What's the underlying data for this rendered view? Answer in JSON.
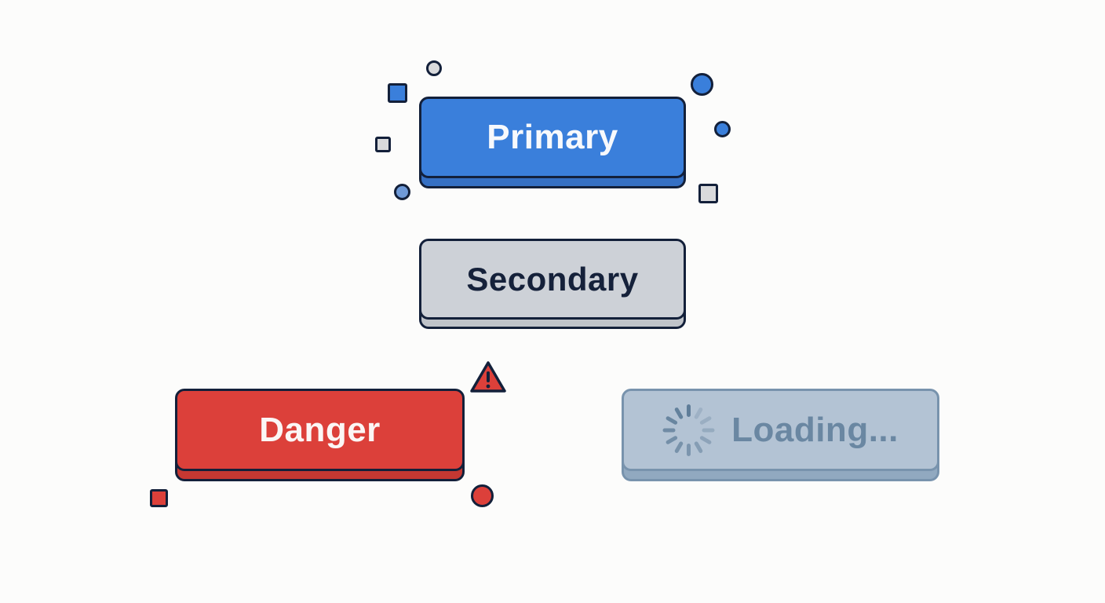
{
  "buttons": {
    "primary": {
      "label": "Primary",
      "variant": "primary",
      "face_color": "#3a7fdb",
      "text_color": "#f7f9fc"
    },
    "secondary": {
      "label": "Secondary",
      "variant": "secondary",
      "face_color": "#cdd1d7",
      "text_color": "#15213a"
    },
    "danger": {
      "label": "Danger",
      "variant": "danger",
      "face_color": "#dc403a",
      "text_color": "#fbf6f5"
    },
    "loading": {
      "label": "Loading...",
      "variant": "loading",
      "state": "disabled",
      "face_color": "#b3c3d4",
      "text_color": "#6a87a2",
      "icon": "spinner-icon"
    }
  },
  "decorations": {
    "primary_group": [
      {
        "shape": "circle",
        "color": "#d9dadc",
        "icon": "gray-circle"
      },
      {
        "shape": "square",
        "color": "#3a7fdb",
        "icon": "blue-square"
      },
      {
        "shape": "square",
        "color": "#d9dadc",
        "icon": "gray-square"
      },
      {
        "shape": "circle",
        "color": "#6f9ad8",
        "icon": "blue-circle"
      },
      {
        "shape": "circle",
        "color": "#3a7fdb",
        "icon": "blue-circle"
      },
      {
        "shape": "circle",
        "color": "#3a7fdb",
        "icon": "blue-circle"
      },
      {
        "shape": "square",
        "color": "#d9dadc",
        "icon": "gray-square"
      }
    ],
    "danger_group": [
      {
        "shape": "triangle",
        "color": "#dc403a",
        "icon": "warning-icon"
      },
      {
        "shape": "square",
        "color": "#dc403a",
        "icon": "red-square"
      },
      {
        "shape": "circle",
        "color": "#dc403a",
        "icon": "red-circle"
      }
    ]
  },
  "colors": {
    "outline": "#13203a",
    "background": "#fcfcfb"
  }
}
